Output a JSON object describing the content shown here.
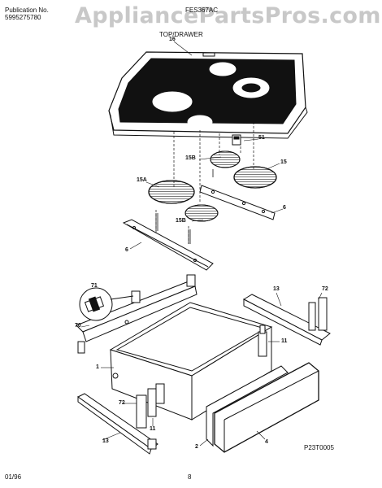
{
  "header": {
    "publication_label": "Publication No.",
    "publication_number": "5995275780",
    "model": "FES367AC",
    "section_title": "TOP/DRAWER",
    "watermark": "AppliancePartsPros.com"
  },
  "footer": {
    "date": "01/96",
    "page": "8",
    "figure_code": "P23T0005"
  },
  "parts": {
    "p1": "1",
    "p2": "2",
    "p4": "4",
    "p6a": "6",
    "p6b": "6",
    "p11a": "11",
    "p11b": "11",
    "p13a": "13",
    "p13b": "13",
    "p15": "15",
    "p15a": "15A",
    "p15b_top": "15B",
    "p15b_bottom": "15B",
    "p16": "16",
    "p51": "51",
    "p70": "70",
    "p71": "71",
    "p72a": "72",
    "p72b": "72"
  }
}
